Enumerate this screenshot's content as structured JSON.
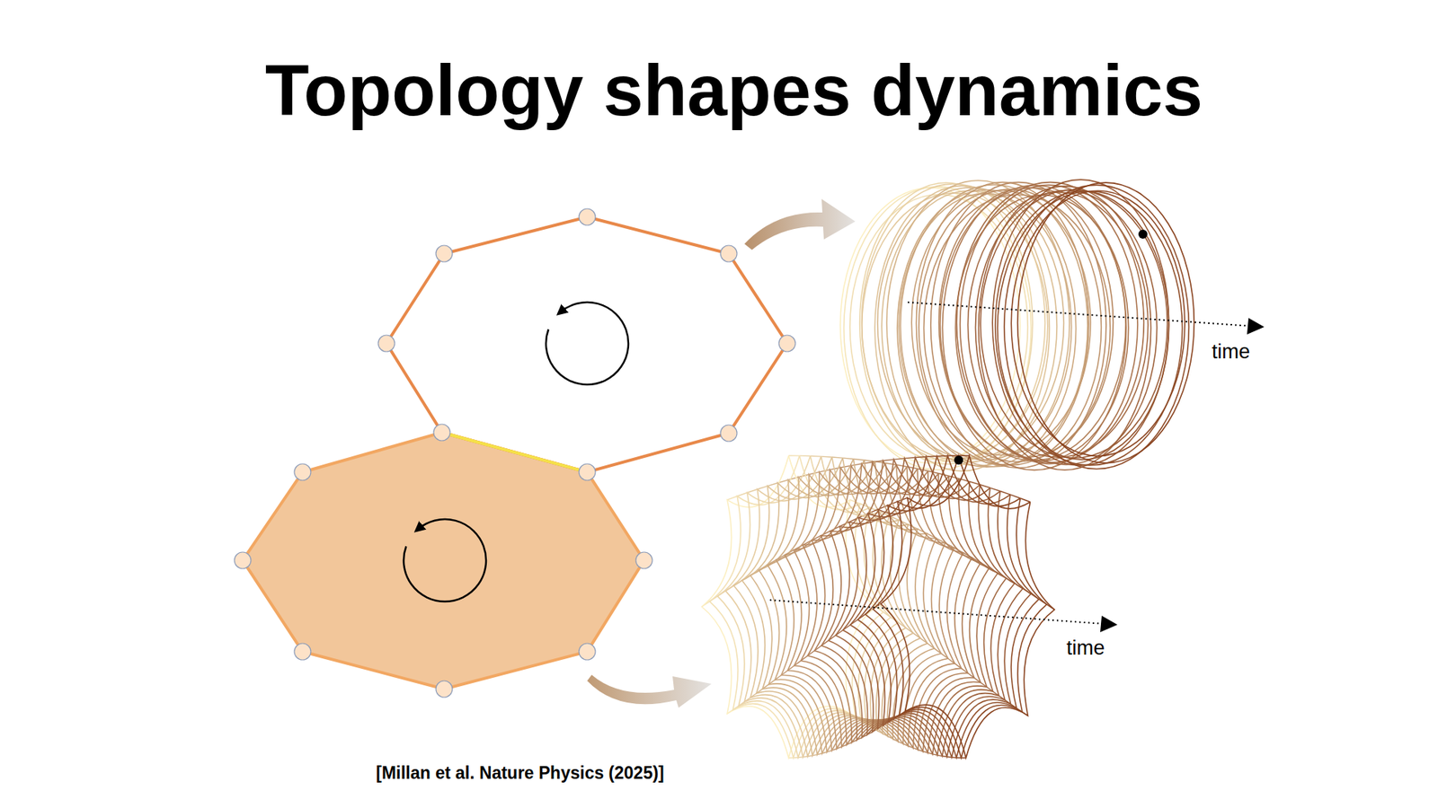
{
  "diagram": {
    "title": "Topology shapes dynamics",
    "caption": "[Millan et al. Nature Physics (2025)]",
    "labels": [
      "time",
      "time"
    ]
  }
}
